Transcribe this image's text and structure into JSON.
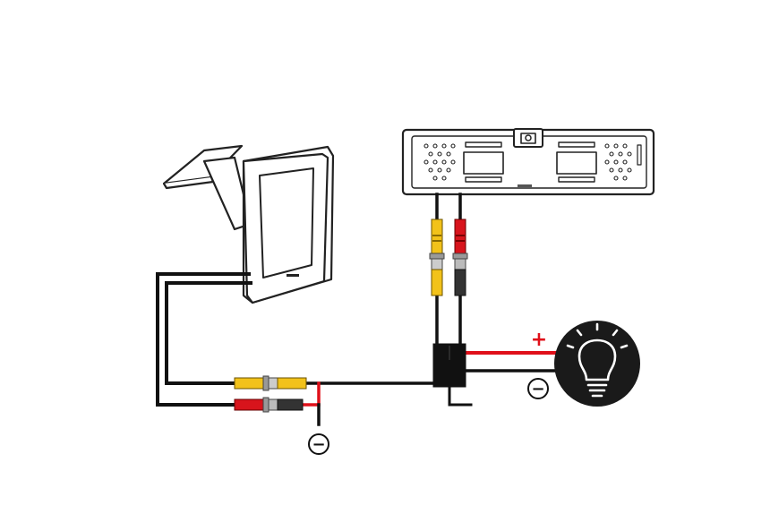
{
  "diagram": {
    "labels": {
      "plus": "+",
      "minus_light": "−",
      "minus_ground": "−"
    },
    "components": [
      "monitor",
      "license-plate-camera",
      "junction-box",
      "lamp"
    ],
    "connectors": [
      "yellow-rca",
      "red-rca"
    ],
    "icons": {
      "lamp": "lightbulb-icon"
    },
    "colors": {
      "wire": "#111111",
      "power_wire": "#e0101a",
      "rca_video": "#f2c21a",
      "rca_power": "#d8141c",
      "lamp_bg": "#1a1a1a",
      "lamp_fg": "#ffffff"
    }
  }
}
